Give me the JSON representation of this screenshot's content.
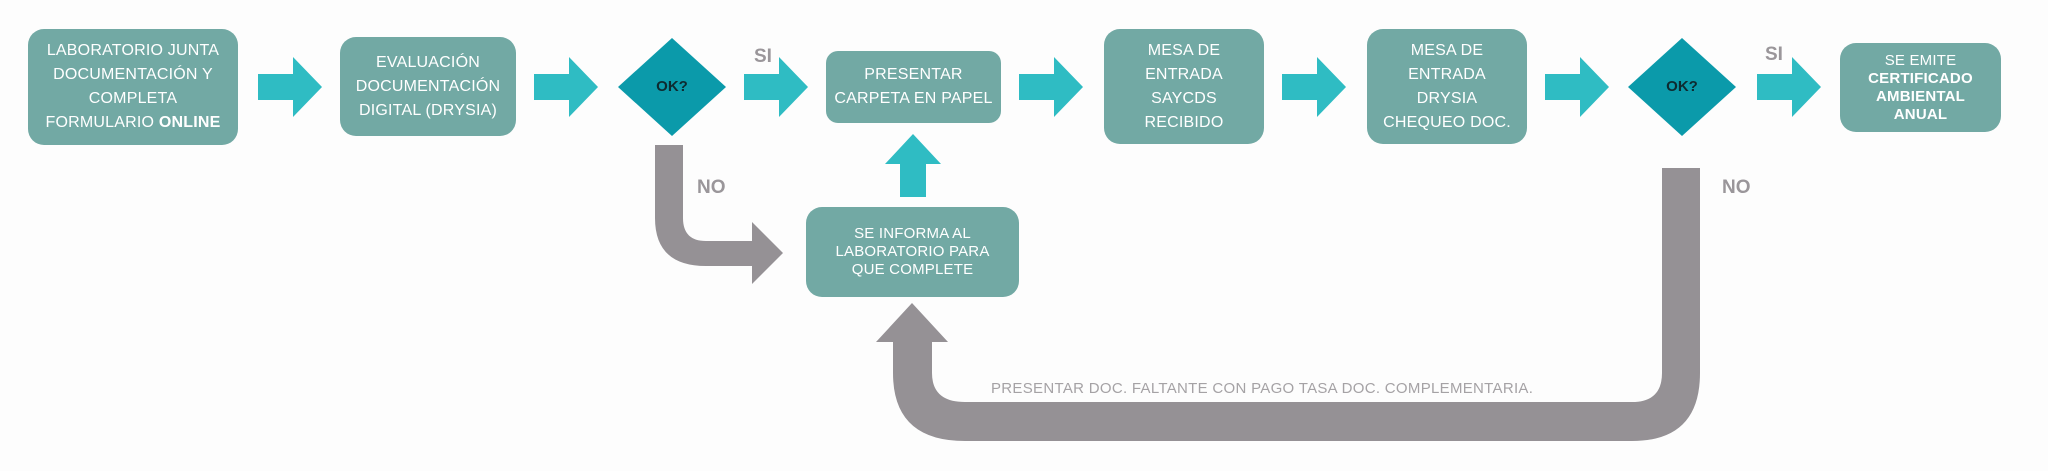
{
  "colors": {
    "box": "#72a9a4",
    "diamond": "#0b9aaa",
    "arrow_forward": "#2fbcc3",
    "arrow_loop": "#959195",
    "label_gray": "#9a969a"
  },
  "boxes": {
    "laboratorio": {
      "line1": "LABORATORIO JUNTA",
      "line2": "DOCUMENTACIÓN Y",
      "line3": "COMPLETA",
      "line4_a": "FORMULARIO ",
      "line4_b": "ONLINE"
    },
    "evaluacion": {
      "line1": "EVALUACIÓN",
      "line2": "DOCUMENTACIÓN",
      "line3": "DIGITAL (DRYSIA)"
    },
    "presentar": {
      "line1": "PRESENTAR",
      "line2": "CARPETA EN PAPEL"
    },
    "mesa_saycds": {
      "line1": "MESA DE",
      "line2": "ENTRADA",
      "line3": "SAYCDS",
      "line4": "RECIBIDO"
    },
    "mesa_drysia": {
      "line1": "MESA DE",
      "line2": "ENTRADA",
      "line3": "DRYSIA",
      "line4": "CHEQUEO DOC."
    },
    "emite": {
      "line1": "SE EMITE",
      "line2": "CERTIFICADO",
      "line3": "AMBIENTAL",
      "line4": "ANUAL"
    },
    "informa": {
      "line1": "SE INFORMA AL",
      "line2": "LABORATORIO PARA",
      "line3": "QUE COMPLETE"
    }
  },
  "decisions": {
    "first": "OK?",
    "second": "OK?"
  },
  "labels": {
    "si1": "SI",
    "si2": "SI",
    "no1": "NO",
    "no2": "NO"
  },
  "loop_note": "PRESENTAR DOC. FALTANTE CON PAGO TASA DOC. COMPLEMENTARIA."
}
